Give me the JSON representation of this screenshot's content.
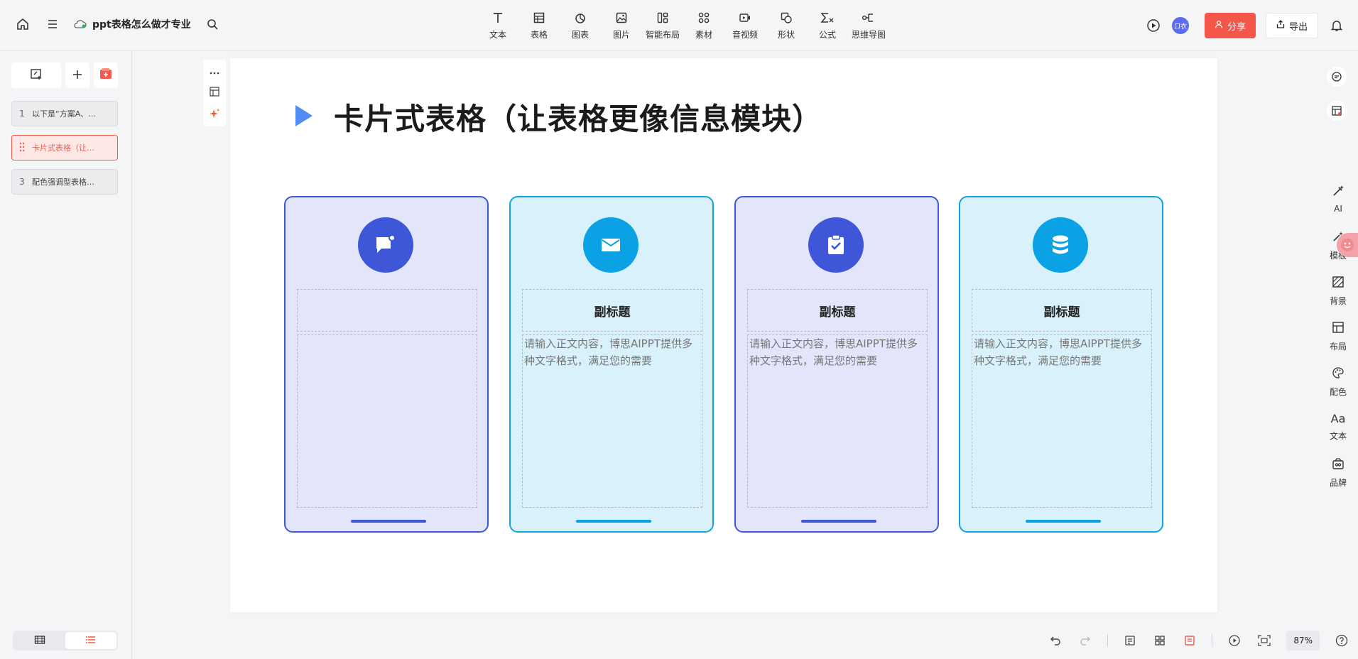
{
  "header": {
    "doc_title": "ppt表格怎么做才专业",
    "tools": [
      {
        "label": "文本",
        "icon": "text-icon"
      },
      {
        "label": "表格",
        "icon": "table-icon"
      },
      {
        "label": "图表",
        "icon": "chart-icon"
      },
      {
        "label": "图片",
        "icon": "image-icon"
      },
      {
        "label": "智能布局",
        "icon": "smart-layout-icon"
      },
      {
        "label": "素材",
        "icon": "assets-icon"
      },
      {
        "label": "音视频",
        "icon": "media-icon"
      },
      {
        "label": "形状",
        "icon": "shape-icon"
      },
      {
        "label": "公式",
        "icon": "formula-icon"
      },
      {
        "label": "思维导图",
        "icon": "mindmap-icon"
      }
    ],
    "avatar_text": "口衣",
    "share_label": "分享",
    "export_label": "导出"
  },
  "sidebar": {
    "slides": [
      {
        "num": "1",
        "label": "以下是“方案A、…"
      },
      {
        "num": "2",
        "label": "卡片式表格（让…"
      },
      {
        "num": "3",
        "label": "配色强调型表格…"
      }
    ]
  },
  "slide": {
    "title": "卡片式表格（让表格更像信息模块）",
    "cards": [
      {
        "subtitle": "",
        "body": "",
        "icon": "chat-icon"
      },
      {
        "subtitle": "副标题",
        "body": "请输入正文内容，博思AIPPT提供多种文字格式，满足您的需要",
        "icon": "mail-icon"
      },
      {
        "subtitle": "副标题",
        "body": "请输入正文内容，博思AIPPT提供多种文字格式，满足您的需要",
        "icon": "clipboard-check-icon"
      },
      {
        "subtitle": "副标题",
        "body": "请输入正文内容，博思AIPPT提供多种文字格式，满足您的需要",
        "icon": "database-icon"
      }
    ]
  },
  "rightpanel": {
    "items": [
      {
        "label": "AI",
        "icon": "ai-icon"
      },
      {
        "label": "模板",
        "icon": "template-icon"
      },
      {
        "label": "背景",
        "icon": "background-icon"
      },
      {
        "label": "布局",
        "icon": "layout-icon"
      },
      {
        "label": "配色",
        "icon": "palette-icon"
      },
      {
        "label": "文本",
        "icon": "text-style-icon"
      },
      {
        "label": "品牌",
        "icon": "brand-icon"
      }
    ]
  },
  "footer": {
    "zoom": "87%"
  },
  "colors": {
    "accent_red": "#f5564a",
    "card_blue": "#3d57d8",
    "card_cyan": "#0aa2e4"
  }
}
